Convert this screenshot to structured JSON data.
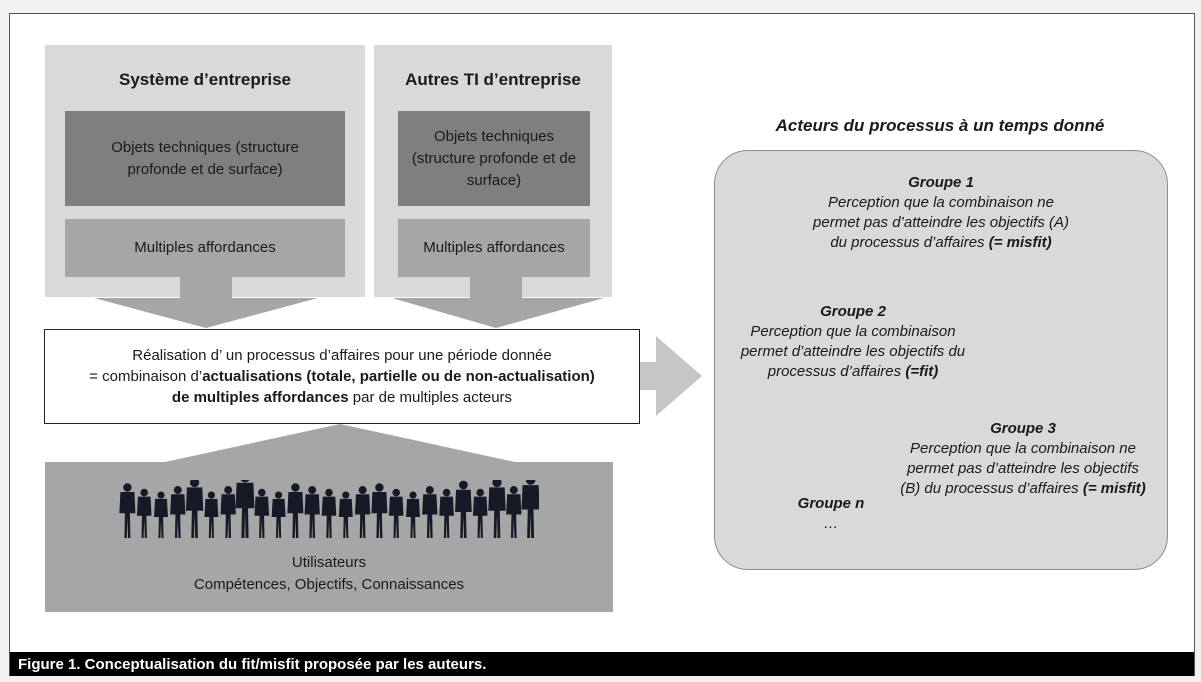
{
  "left_column": {
    "title": "Système d’entreprise",
    "objects": "Objets techniques (structure profonde et de surface)",
    "affordances": "Multiples affordances"
  },
  "middle_column": {
    "title": "Autres TI d’entreprise",
    "objects": "Objets techniques (structure profonde et de surface)",
    "affordances": "Multiples affordances"
  },
  "center_box": {
    "line1": "Réalisation d’ un processus d’affaires pour une période donnée",
    "line2_prefix": "= combinaison d’",
    "line2_bold": "actualisations (totale, partielle ou de non-actualisation)",
    "line3_bold": "de multiples affordances",
    "line3_suffix": " par de multiples acteurs"
  },
  "users": {
    "line1": "Utilisateurs",
    "line2": "Compétences, Objectifs, Connaissances"
  },
  "actors": {
    "title": "Acteurs du processus à un temps donné",
    "group1": {
      "title": "Groupe 1",
      "text": "Perception que la combinaison ne permet pas d’atteindre les objectifs (A) du processus d’affaires",
      "tag": "(= misfit)"
    },
    "group2": {
      "title": "Groupe 2",
      "text": "Perception que la combinaison permet d’atteindre les objectifs du processus d’affaires",
      "tag": "(=fit)"
    },
    "group3": {
      "title": "Groupe 3",
      "text": "Perception que la combinaison ne permet pas d’atteindre les objectifs (B) du processus d’affaires",
      "tag": "(= misfit)"
    },
    "groupn": {
      "title": "Groupe n",
      "text": "…"
    }
  },
  "caption": "Figure 1. Conceptualisation du fit/misfit proposée par les auteurs.",
  "colors": {
    "panel": "#d9d9d9",
    "dark_box": "#7f7f7f",
    "mid_box": "#a6a6a6",
    "caption_bg": "#000000"
  }
}
